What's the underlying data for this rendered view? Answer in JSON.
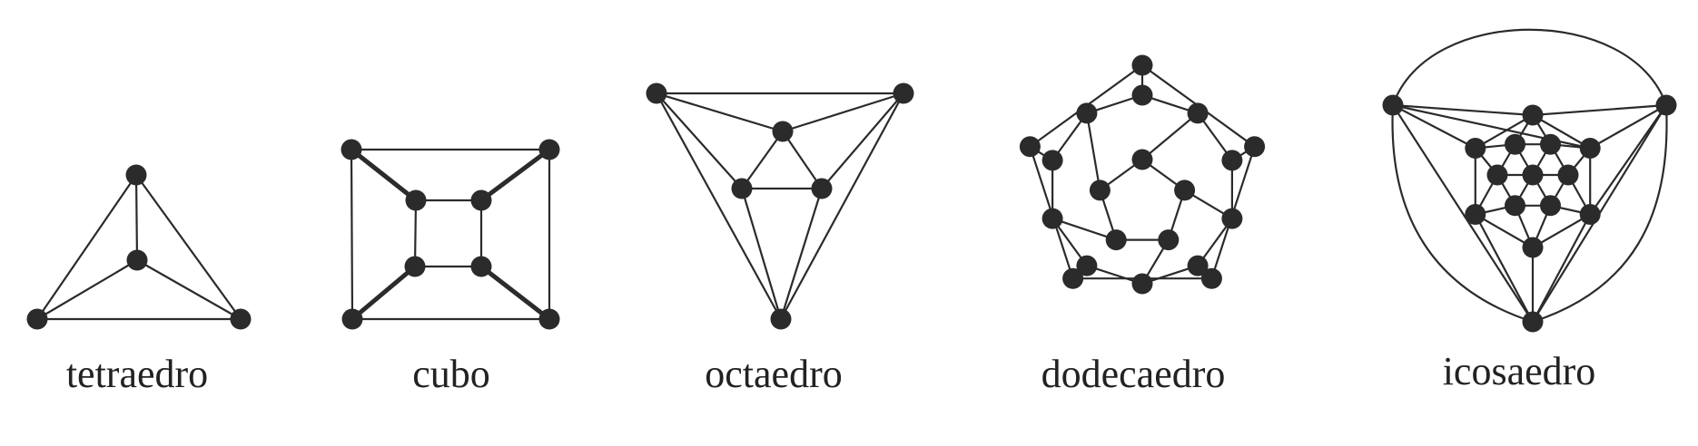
{
  "figure": {
    "colors": {
      "ink": "#2b2b2b",
      "caption": "#222222",
      "background": "#ffffff"
    },
    "graphs": [
      {
        "id": "tetrahedron",
        "label": "tetraedro"
      },
      {
        "id": "cube",
        "label": "cubo"
      },
      {
        "id": "octahedron",
        "label": "octaedro"
      },
      {
        "id": "dodecahedron",
        "label": "dodecaedro"
      },
      {
        "id": "icosahedron",
        "label": "icosaedro"
      }
    ]
  }
}
